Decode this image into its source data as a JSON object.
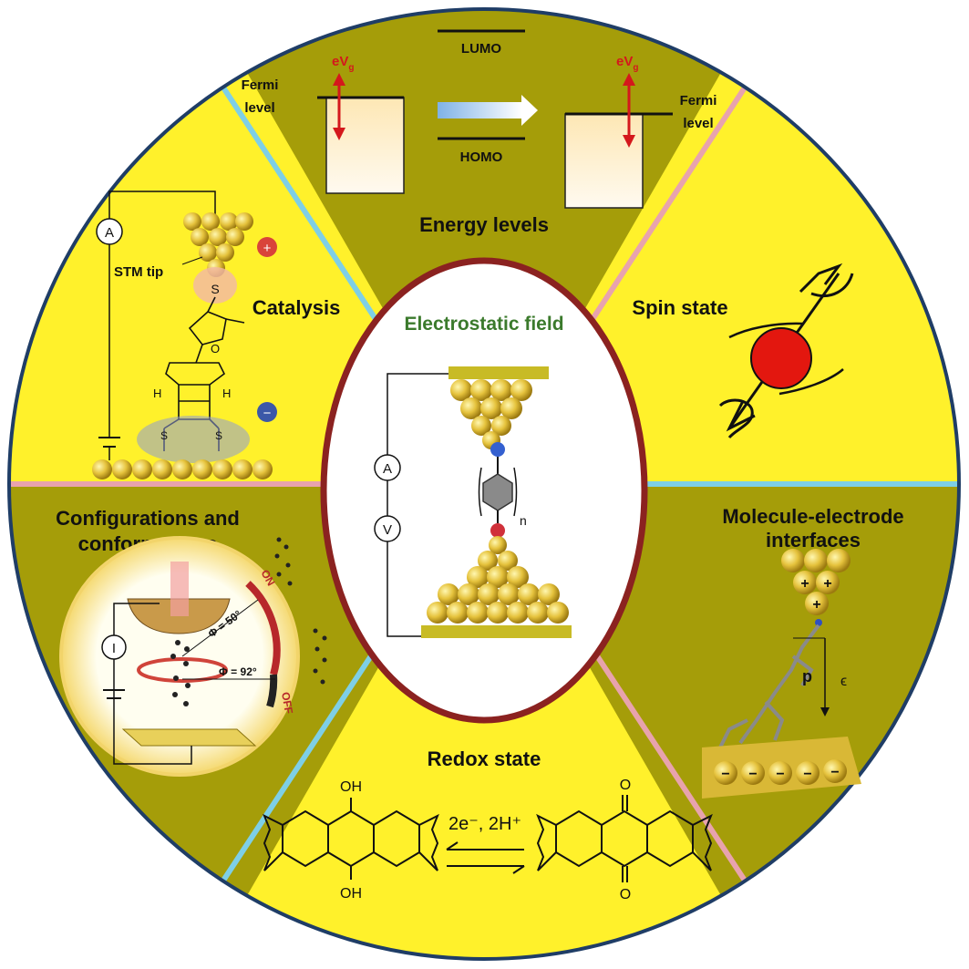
{
  "center": {
    "title": "Electrostatic field",
    "ammeter": "A",
    "voltmeter": "V",
    "repeat": "n"
  },
  "energy": {
    "title": "Energy levels",
    "lumo": "LUMO",
    "homo": "HOMO",
    "fermi_line1": "Fermi",
    "fermi_line2": "level",
    "gate_main": "eV",
    "gate_sub": "g"
  },
  "spin": {
    "title": "Spin state"
  },
  "catalysis": {
    "title": "Catalysis",
    "tip": "STM tip",
    "ammeter": "A",
    "sulfur": "S",
    "oxygen": "O",
    "hydrogen": "H",
    "plus": "+",
    "minus": "−"
  },
  "configs": {
    "title_line1": "Configurations and",
    "title_line2": "conformations",
    "on": "ON",
    "off": "OFF",
    "angle1": "Φ = 50°",
    "angle2": "Φ = 92°",
    "current": "I"
  },
  "interfaces": {
    "title_line1": "Molecule-electrode",
    "title_line2": "interfaces",
    "dipole": "p",
    "field": "ϵ",
    "plus": "+",
    "minus": "−"
  },
  "redox": {
    "title": "Redox state",
    "reagent": "2e⁻, 2H⁺",
    "oh": "OH",
    "o": "O"
  },
  "colors": {
    "olive": "#a59d09",
    "yellow": "#fff12b",
    "center_ring": "#8b2220",
    "gold": "#e2bf3a",
    "red_arrow": "#d4181c",
    "title_green": "#3b7a2c"
  }
}
